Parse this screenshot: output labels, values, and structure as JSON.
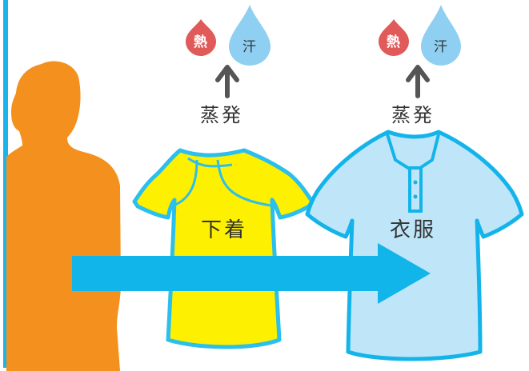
{
  "colors": {
    "frame": "#1ab4ea",
    "person": "#f4901e",
    "undershirt_fill": "#fdf000",
    "undershirt_stroke": "#2bbfee",
    "shirt_fill": "#bfe6f8",
    "shirt_stroke": "#14b4eb",
    "arrow": "#12b5ea",
    "heat_drop": "#e05a5a",
    "sweat_drop": "#8ecff2",
    "up_arrow": "#555555",
    "label_text": "#333333"
  },
  "left_group": {
    "heat_label": "熱",
    "sweat_label": "汗",
    "evaporation_label": "蒸発",
    "garment_label": "下着"
  },
  "right_group": {
    "heat_label": "熱",
    "sweat_label": "汗",
    "evaporation_label": "蒸発",
    "garment_label": "衣服"
  },
  "icons": {
    "person": "person-silhouette-icon",
    "undershirt": "t-shirt-icon",
    "shirt": "polo-shirt-icon",
    "flow_arrow": "arrow-right-icon",
    "up_arrow": "arrow-up-icon",
    "heat": "heat-drop-icon",
    "sweat": "sweat-drop-icon"
  }
}
